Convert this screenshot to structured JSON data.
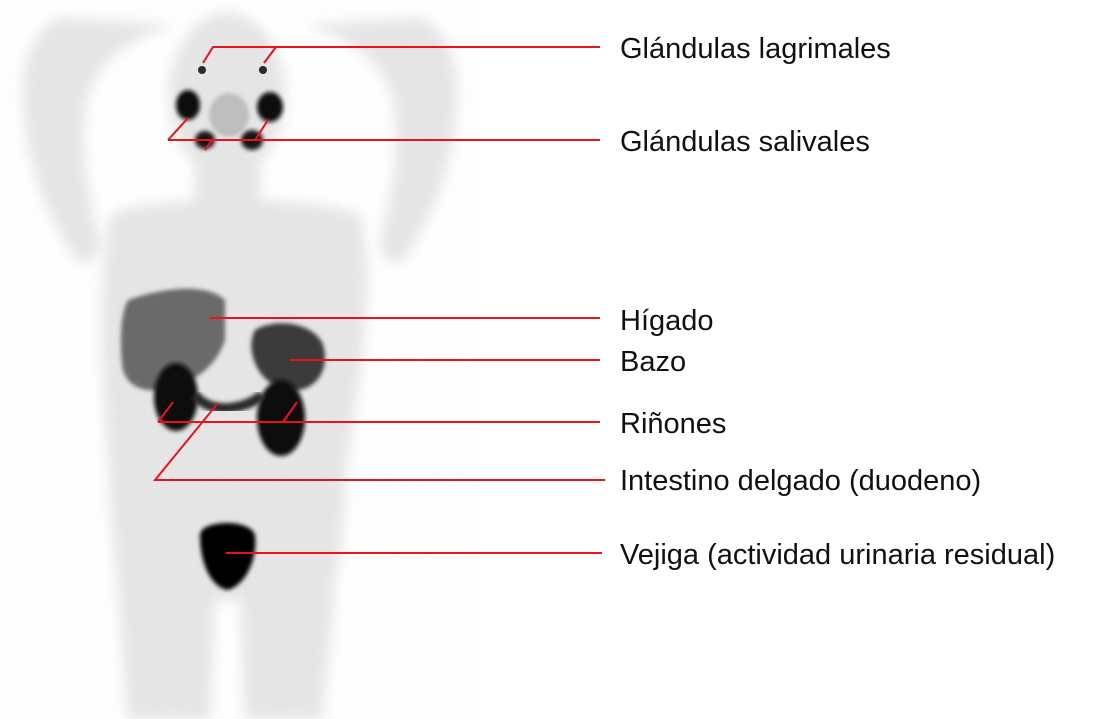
{
  "labels": {
    "lacrimal": "Glándulas lagrimales",
    "salivary": "Glándulas salivales",
    "liver": "Hígado",
    "spleen": "Bazo",
    "kidneys": "Riñones",
    "intestine": "Intestino delgado (duodeno)",
    "bladder": "Vejiga (actividad urinaria residual)"
  },
  "colors": {
    "leader_line": "#e8141b",
    "label_text": "#111111",
    "uptake_high": "#0a0a0a",
    "background": "#ffffff"
  }
}
